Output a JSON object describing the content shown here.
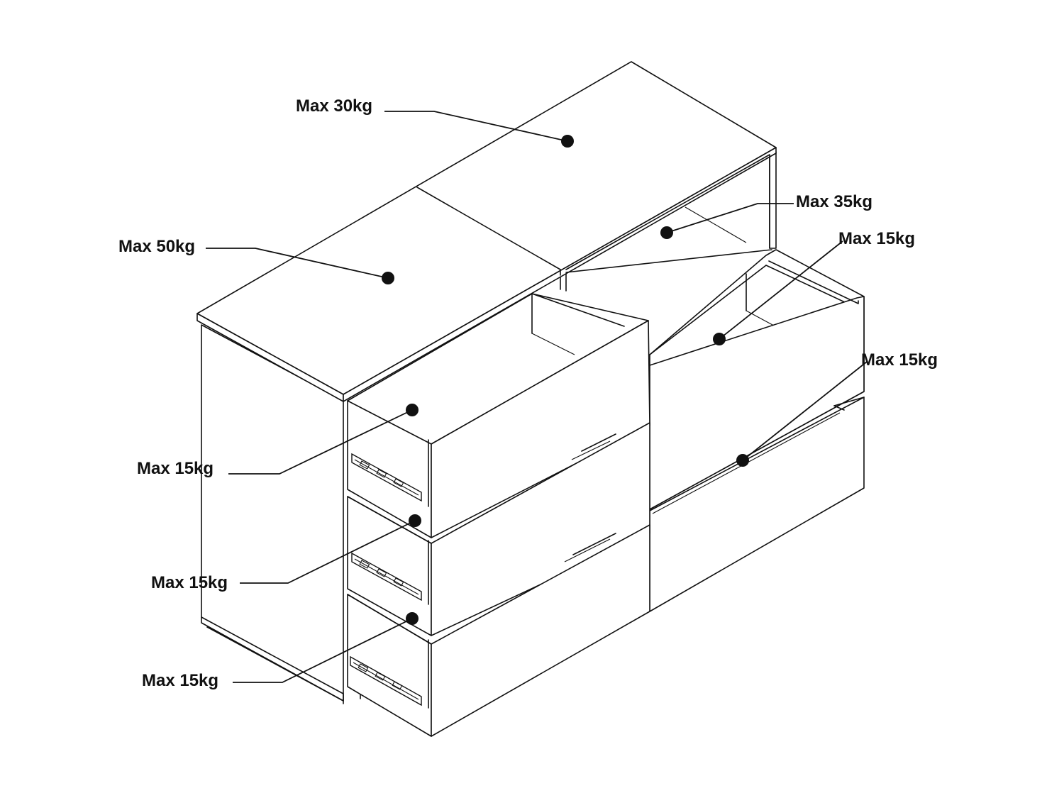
{
  "diagram": {
    "load_labels": [
      {
        "id": "top-right",
        "text": "Max 30kg"
      },
      {
        "id": "top-left",
        "text": "Max 50kg"
      },
      {
        "id": "shelf-right",
        "text": "Max 35kg"
      },
      {
        "id": "drawer-upper-right",
        "text": "Max 15kg"
      },
      {
        "id": "drawer-lower-right",
        "text": "Max 15kg"
      },
      {
        "id": "drawer-left-1",
        "text": "Max 15kg"
      },
      {
        "id": "drawer-left-2",
        "text": "Max 15kg"
      },
      {
        "id": "drawer-left-3",
        "text": "Max 15kg"
      }
    ]
  }
}
